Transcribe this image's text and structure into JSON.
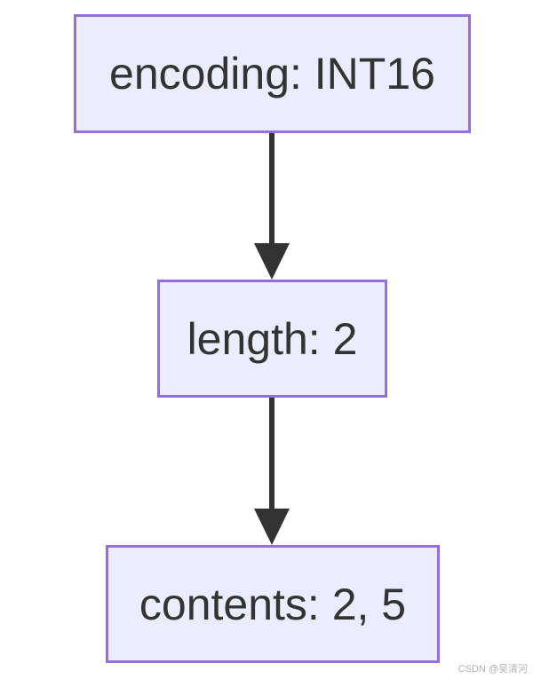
{
  "diagram": {
    "nodes": [
      {
        "id": "encoding",
        "label": "encoding: INT16"
      },
      {
        "id": "length",
        "label": "length: 2"
      },
      {
        "id": "contents",
        "label": "contents: 2, 5"
      }
    ],
    "edges": [
      {
        "from": "encoding",
        "to": "length"
      },
      {
        "from": "length",
        "to": "contents"
      }
    ],
    "colors": {
      "node_fill": "#ececff",
      "node_border": "#9370db",
      "edge": "#333333",
      "text": "#333333"
    }
  },
  "watermark": "CSDN @吴清河"
}
